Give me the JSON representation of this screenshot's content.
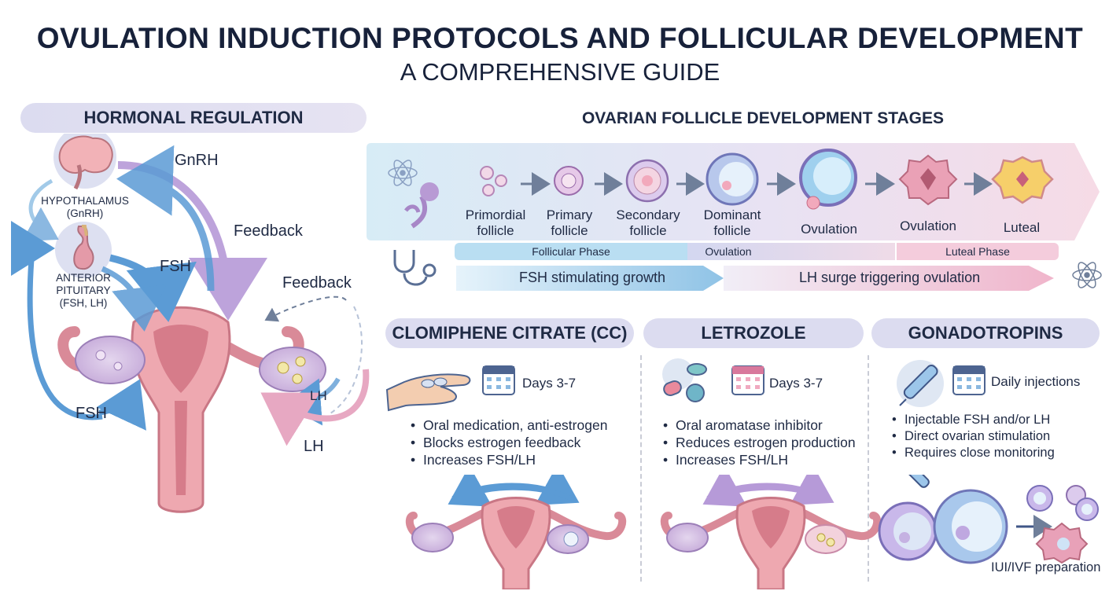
{
  "header": {
    "title": "OVULATION INDUCTION PROTOCOLS AND FOLLICULAR DEVELOPMENT",
    "subtitle": "A COMPREHENSIVE GUIDE"
  },
  "hormonal": {
    "title": "HORMONAL REGULATION",
    "hypothalamus": [
      "HYPOTHALAMUS",
      "(GnRH)"
    ],
    "pituitary": [
      "ANTERIOR",
      "PITUITARY",
      "(FSH, LH)"
    ],
    "arrows": {
      "gnrh": "GnRH",
      "feedback_top": "Feedback",
      "fsh_top": "FSH",
      "feedback_right": "Feedback",
      "lh_small": "LH",
      "lh": "LH",
      "fsh_bottom": "FSH"
    }
  },
  "stages": {
    "title": "OVARIAN FOLLICLE DEVELOPMENT STAGES",
    "items": [
      [
        "Primordial",
        "follicle"
      ],
      [
        "Primary",
        "follicle"
      ],
      [
        "Secondary",
        "follicle"
      ],
      [
        "Dominant",
        "follicle"
      ],
      [
        "Ovulation"
      ],
      [
        "Ovulation"
      ],
      [
        "Luteal"
      ]
    ],
    "phases": [
      "Follicular Phase",
      "Ovulation",
      "Luteal Phase"
    ],
    "arrows": [
      "FSH stimulating growth",
      "LH surge triggering ovulation"
    ]
  },
  "drugs": [
    {
      "name": "CLOMIPHENE CITRATE (CC)",
      "schedule": "Days 3-7",
      "bullets": [
        "Oral medication, anti-estrogen",
        "Blocks estrogen feedback",
        "Increases FSH/LH"
      ]
    },
    {
      "name": "LETROZOLE",
      "schedule": "Days 3-7",
      "bullets": [
        "Oral aromatase inhibitor",
        "Reduces estrogen production",
        "Increases FSH/LH"
      ]
    },
    {
      "name": "GONADOTROPINS",
      "schedule": "Daily injections",
      "bullets": [
        "Injectable FSH and/or LH",
        "Direct ovarian stimulation",
        "Requires close monitoring"
      ],
      "footer": "IUI/IVF preparation"
    }
  ],
  "colors": {
    "blue": "#5b9bd5",
    "purple": "#a98bd0",
    "pink": "#e89bb8",
    "uterus": "#e59aa5",
    "ovary": "#c9b4dd"
  }
}
